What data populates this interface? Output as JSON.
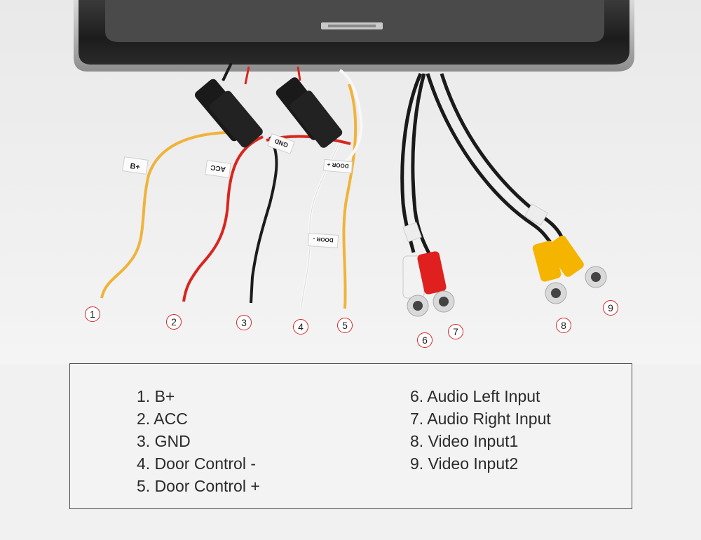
{
  "wire_tags": {
    "b_plus": "B+",
    "acc": "ACC",
    "gnd": "GND",
    "door_plus": "DOOR +",
    "door_minus": "DOOR -"
  },
  "markers": [
    "1",
    "2",
    "3",
    "4",
    "5",
    "6",
    "7",
    "8",
    "9"
  ],
  "legend": {
    "left": [
      "1. B+",
      "2. ACC",
      "3. GND",
      "4. Door Control -",
      "5. Door Control +"
    ],
    "right": [
      "6. Audio Left Input",
      "7. Audio Right Input",
      "8. Video Input1",
      "9. Video Input2"
    ]
  },
  "colors": {
    "yellow_wire": "#f0b33a",
    "red_wire": "#d8261e",
    "black_wire": "#1c1c1c",
    "white_wire": "#f8f8f8",
    "rca_red": "#e0201e",
    "rca_yellow": "#f5b400",
    "marker_ring": "#d7262a"
  }
}
